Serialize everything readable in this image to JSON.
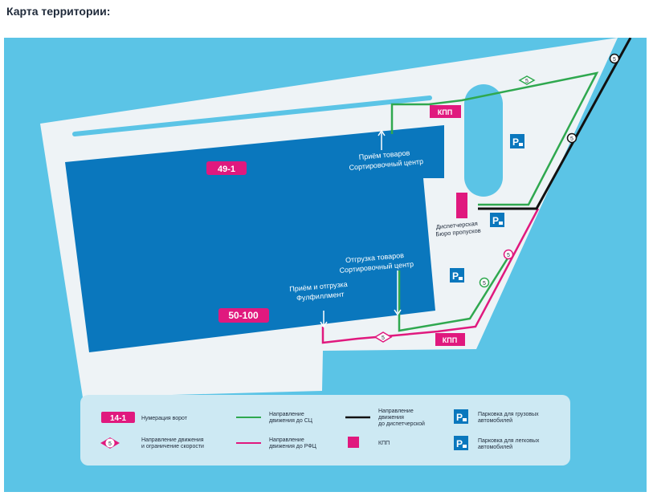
{
  "page": {
    "title": "Карта территории:"
  },
  "map": {
    "colors": {
      "sea": "#5bc4e6",
      "ground": "#eef3f6",
      "building": "#0a77bd",
      "magenta": "#e0197e",
      "green": "#2fa84f",
      "black": "#111111",
      "legend_bg": "#cde9f3"
    },
    "building_labels": {
      "receive_sc": [
        "Приём товаров",
        "Сортировочный центр"
      ],
      "ship_sc": [
        "Отгрузка товаров",
        "Сортировочный центр"
      ],
      "fulfillment": [
        "Приём и отгрузка",
        "Фулфиллмент"
      ]
    },
    "gates": {
      "top": "49-1",
      "bottom": "50-100"
    },
    "checkpoints": {
      "top": "КПП",
      "bottom": "КПП"
    },
    "dispatch": [
      "Диспетчерская",
      "Бюро пропусков"
    ],
    "speed_limit": "5",
    "parking_icon": "P"
  },
  "legend": {
    "gate_sample": "14-1",
    "gate_label": "Нумерация ворот",
    "speed_sample": "5",
    "speed_label": [
      "Направление движения",
      "и ограничение скорости"
    ],
    "green_label": [
      "Направление",
      "движения до СЦ"
    ],
    "magenta_label": [
      "Направление",
      "движения до РФЦ"
    ],
    "black_label": [
      "Направление",
      "движения",
      "до диспетчерской"
    ],
    "kpp_label": "КПП",
    "truck_parking_label": [
      "Парковка для грузовых",
      "автомобилей"
    ],
    "car_parking_label": [
      "Парковка для легковых",
      "автомобилей"
    ],
    "truck_icon": "truck-icon",
    "car_icon": "car-icon"
  }
}
